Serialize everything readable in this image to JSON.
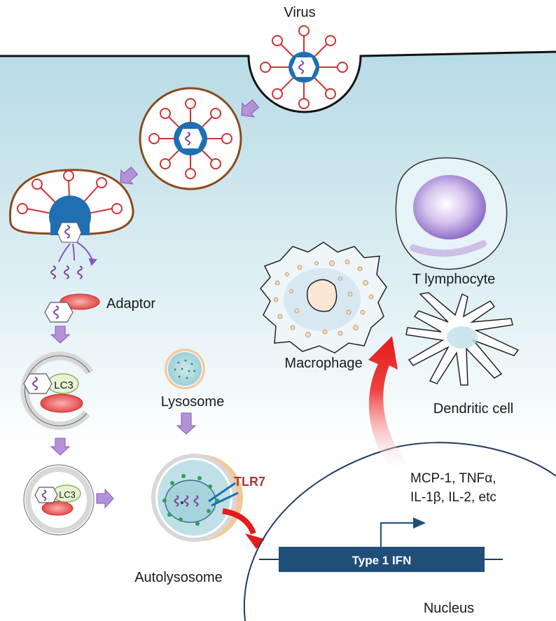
{
  "labels": {
    "virus": "Virus",
    "adaptor": "Adaptor",
    "lc3_a": "LC3",
    "lc3_b": "LC3",
    "lysosome": "Lysosome",
    "tlr7": "TLR7",
    "autolysosome": "Autolysosome",
    "macrophage": "Macrophage",
    "t_lymphocyte": "T lymphocyte",
    "dendritic_cell": "Dendritic cell",
    "cytokines_line1": "MCP-1, TNFα,",
    "cytokines_line2": "IL-1β, IL-2, etc",
    "type1_ifn": "Type 1 IFN",
    "nucleus": "Nucleus"
  },
  "colors": {
    "cytoplasm_top": "#bcdde6",
    "virus_capsid": "#1f6fb2",
    "spike": "#d33a3a",
    "vesicle_border": "#8b4a1e",
    "arrow_purple": "#8a55c0",
    "red_arrow": "#e51b1b",
    "gene_bar": "#1f4e79",
    "tlr7_text": "#a43a3a"
  }
}
